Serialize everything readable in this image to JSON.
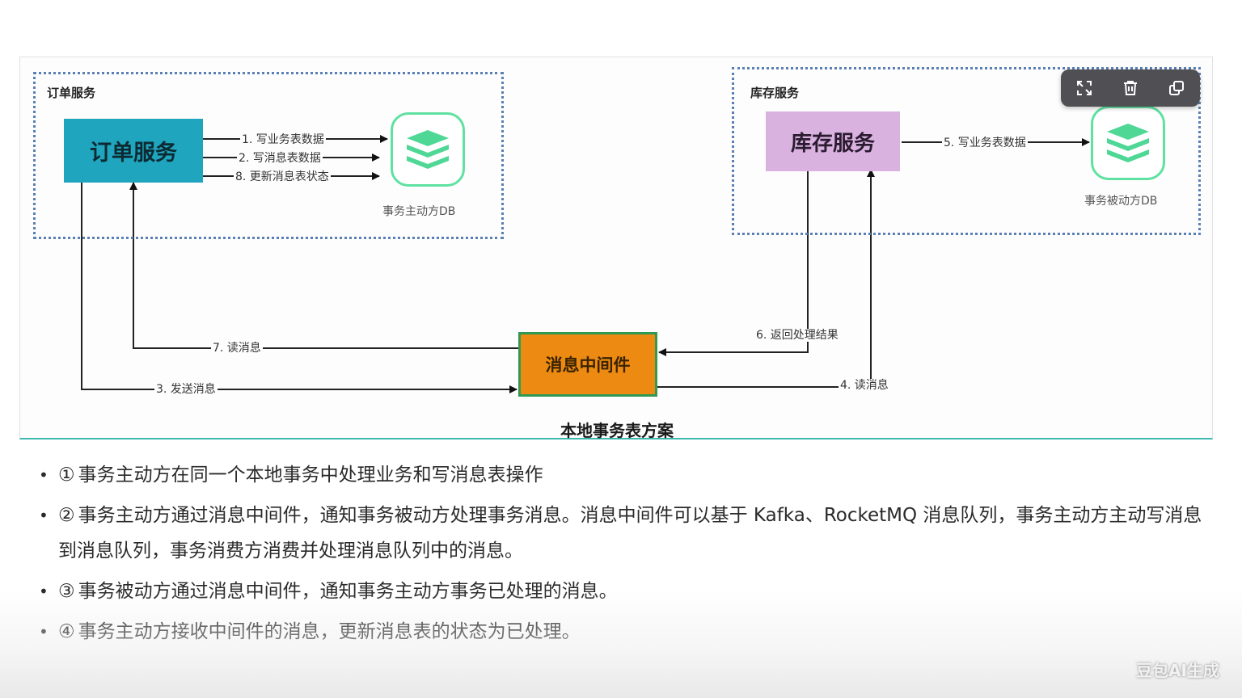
{
  "diagram": {
    "title": "本地事务表方案",
    "groups": {
      "order_group_label": "订单服务",
      "stock_group_label": "库存服务"
    },
    "nodes": {
      "order_service": "订单服务",
      "stock_service": "库存服务",
      "message_middleware": "消息中间件",
      "active_db": "事务主动方DB",
      "passive_db": "事务被动方DB"
    },
    "flows": {
      "f1": "1. 写业务表数据",
      "f2": "2. 写消息表数据",
      "f8": "8. 更新消息表状态",
      "f5": "5. 写业务表数据",
      "f7": "7. 读消息",
      "f3": "3. 发送消息",
      "f6": "6. 返回处理结果",
      "f4": "4. 读消息"
    },
    "colors": {
      "order_service": "#1fa5bd",
      "stock_service": "#d9b2e0",
      "message_middleware": "#ec8a12",
      "db_icon": "#5fe1a1",
      "group_border": "#5a7fb5"
    }
  },
  "toolbar": {
    "icons": [
      "expand-icon",
      "trash-icon",
      "copy-icon"
    ]
  },
  "bullets": [
    {
      "num": "①",
      "text": "事务主动方在同一个本地事务中处理业务和写消息表操作"
    },
    {
      "num": "②",
      "text": "事务主动方通过消息中间件，通知事务被动方处理事务消息。消息中间件可以基于 Kafka、RocketMQ 消息队列，事务主动方主动写消息到消息队列，事务消费方消费并处理消息队列中的消息。"
    },
    {
      "num": "③",
      "text": "事务被动方通过消息中间件，通知事务主动方事务已处理的消息。"
    },
    {
      "num": "④",
      "text": "事务主动方接收中间件的消息，更新消息表的状态为已处理。"
    }
  ],
  "watermark": "豆包AI生成"
}
